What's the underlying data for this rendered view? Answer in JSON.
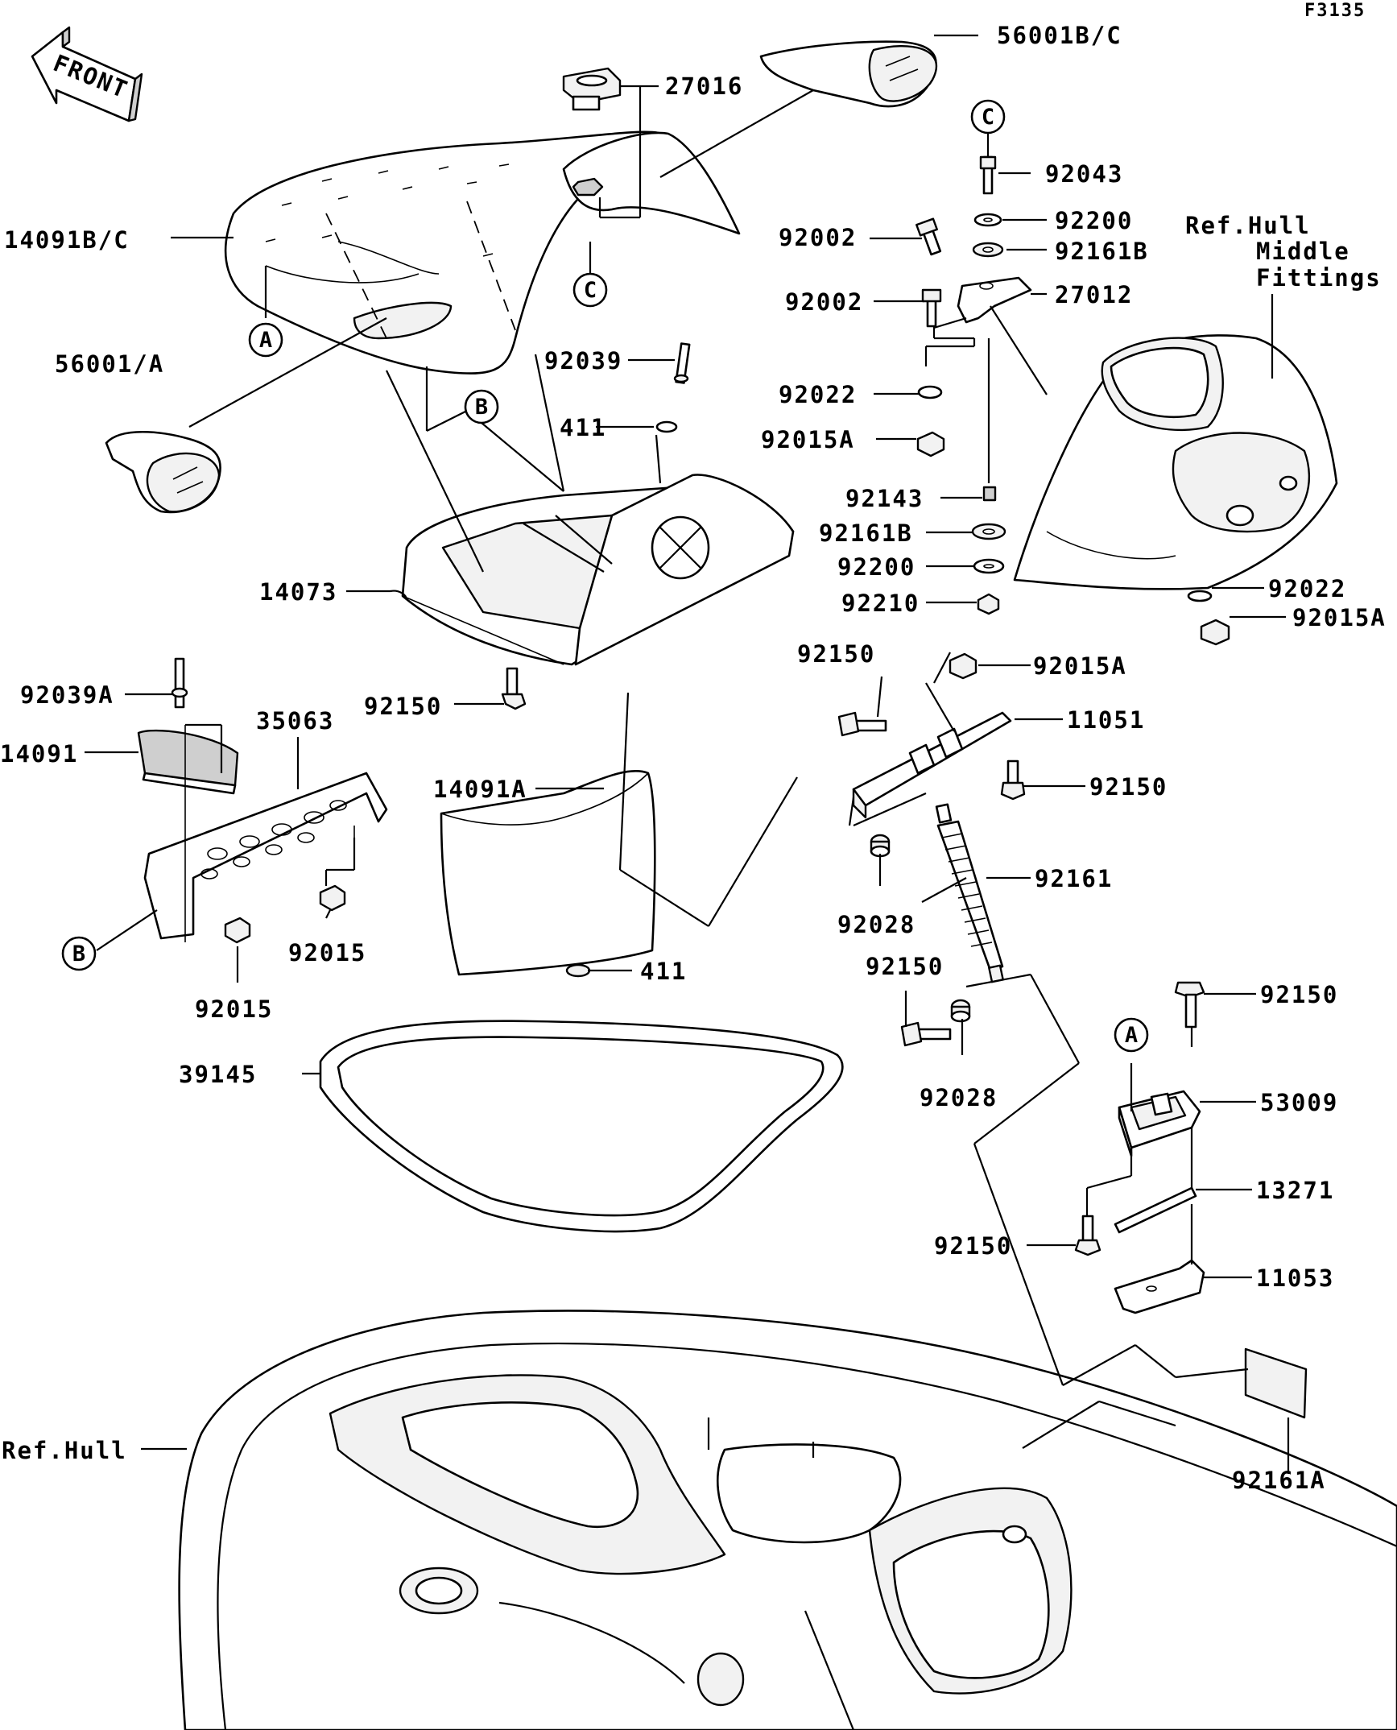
{
  "figure_code": "F3135",
  "front_arrow": {
    "label": "FRONT"
  },
  "callouts": {
    "A": "A",
    "B": "B",
    "C": "C"
  },
  "labels": {
    "p56001bc": "56001B/C",
    "p27016": "27016",
    "p14091bc": "14091B/C",
    "p56001a": "56001/A",
    "p92039": "92039",
    "p411_top": "411",
    "p14073": "14073",
    "p92150_left": "92150",
    "p92039a": "92039A",
    "p35063": "35063",
    "p14091": "14091",
    "p14091a": "14091A",
    "p92015_right": "92015",
    "p92015_bottom": "92015",
    "p411_bottom": "411",
    "p39145": "39145",
    "ref_hull": "Ref.Hull",
    "p92043": "92043",
    "p92200_top": "92200",
    "p92002_top": "92002",
    "p92161b_top": "92161B",
    "ref_hull_middle_1": "Ref.Hull",
    "ref_hull_middle_2": "Middle",
    "ref_hull_middle_3": "Fittings",
    "p27012": "27012",
    "p92002_mid": "92002",
    "p92022_left": "92022",
    "p92015a_left": "92015A",
    "p92143": "92143",
    "p92161b_mid": "92161B",
    "p92200_mid": "92200",
    "p92210": "92210",
    "p92022_right": "92022",
    "p92015a_right": "92015A",
    "p92150_a": "92150",
    "p92015a_mid": "92015A",
    "p11051": "11051",
    "p92150_b": "92150",
    "p92161": "92161",
    "p92028_top": "92028",
    "p92150_c": "92150",
    "p92028_bottom": "92028",
    "p92150_d": "92150",
    "p53009": "53009",
    "p13271": "13271",
    "p92150_e": "92150",
    "p11053": "11053",
    "p92161a": "92161A"
  }
}
